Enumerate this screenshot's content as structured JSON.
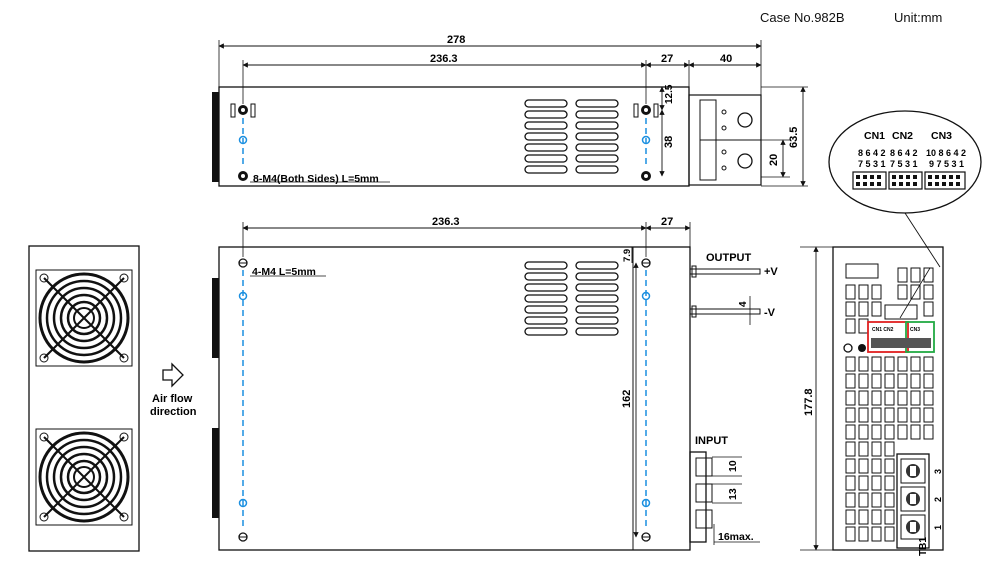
{
  "header": {
    "case_no": "Case No.982B",
    "unit": "Unit:mm"
  },
  "top_view": {
    "dim_total": "278",
    "dim_inner": "236.3",
    "dim_right": "27",
    "dim_terminal": "40",
    "dim_12_5": "12.5",
    "dim_38": "38",
    "dim_20": "20",
    "dim_63_5": "63.5",
    "screw_note": "8-M4(Both Sides) L=5mm"
  },
  "front_view": {
    "dim_inner": "236.3",
    "dim_right": "27",
    "dim_7_9": "7.9",
    "screw_note": "4-M4 L=5mm",
    "dim_162": "162",
    "output_label": "OUTPUT",
    "plus_v": "+V",
    "minus_v": "-V",
    "dim_4": "4",
    "input_label": "INPUT",
    "dim_10": "10",
    "dim_13": "13",
    "dim_16max": "16max."
  },
  "fan_side": {
    "airflow_line1": "Air flow",
    "airflow_line2": "direction"
  },
  "end_view": {
    "dim_177_8": "177.8",
    "tb_label": "TB1",
    "tb_pins": [
      "3",
      "2",
      "1"
    ],
    "tiny_cn_labels": [
      "CN1 CN2",
      "CN3"
    ]
  },
  "connector_detail": {
    "labels": [
      "CN1",
      "CN2",
      "CN3"
    ],
    "cn1_top": "8 6 4 2",
    "cn1_bot": "7 5 3 1",
    "cn2_top": "8 6 4 2",
    "cn2_bot": "7 5 3 1",
    "cn3_top": "10 8 6 4 2",
    "cn3_bot": "9 7 5 3 1"
  },
  "colors": {
    "line": "#111111",
    "screw_blue": "#1a8fe0",
    "cn_red": "#e02020",
    "cn_green": "#22aa44"
  }
}
